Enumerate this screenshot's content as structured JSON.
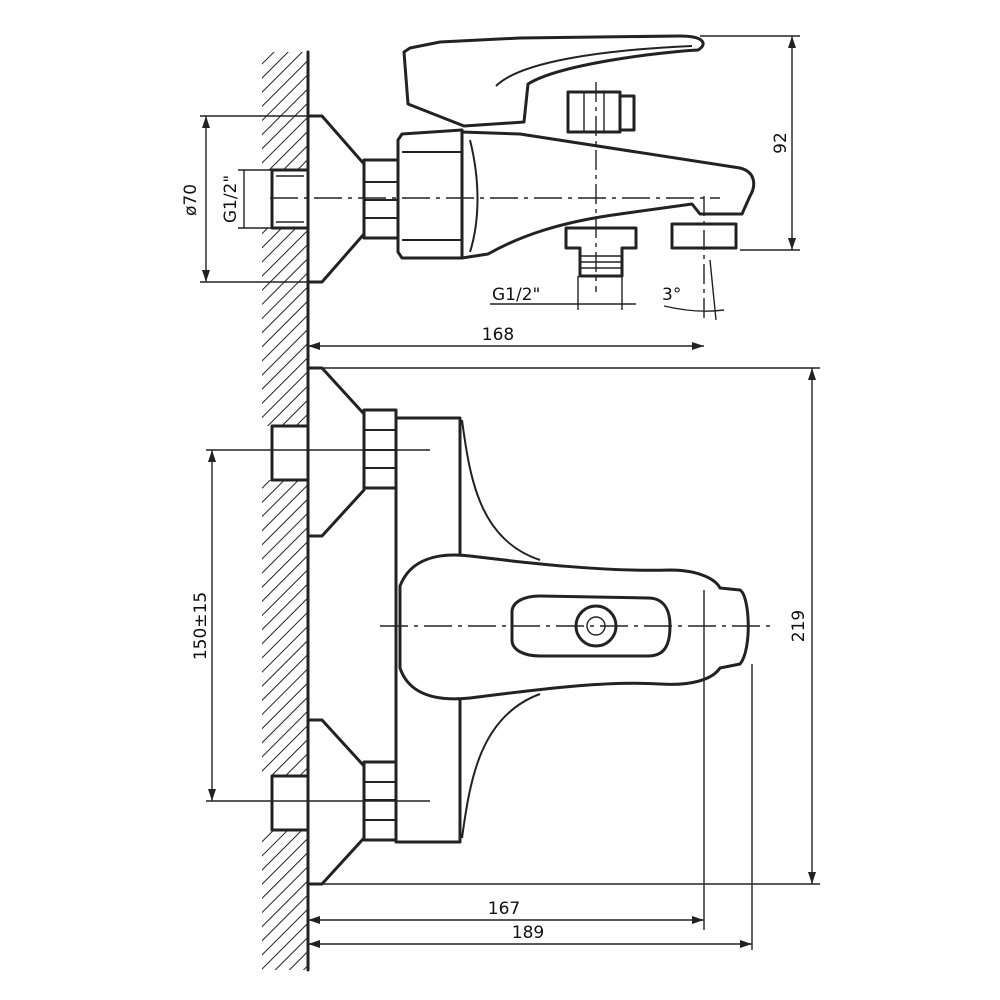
{
  "dimensions": {
    "diameter_flange": "ø70",
    "thread_inlet": "G1/2\"",
    "height_top": "92",
    "thread_outlet": "G1/2\"",
    "angle": "3°",
    "length_top": "168",
    "centers": "150±15",
    "height_front": "219",
    "depth_167": "167",
    "depth_189": "189"
  },
  "colors": {
    "line": "#222222",
    "background": "#ffffff"
  }
}
